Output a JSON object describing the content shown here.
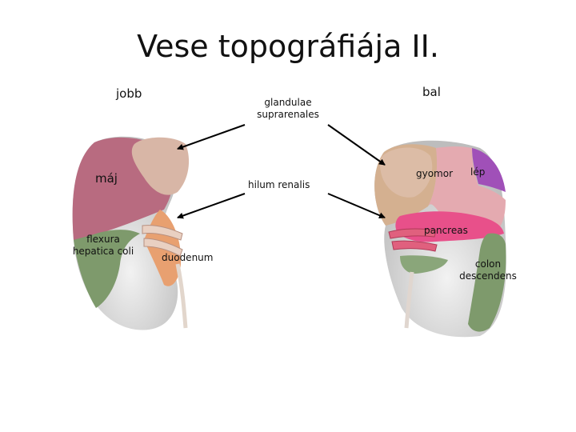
{
  "title": "Vese topográfiája II.",
  "labels": {
    "jobb": "jobb",
    "bal": "bal",
    "glandulae_line1": "glandulae",
    "glandulae_line2": "suprarenales",
    "maj": "máj",
    "hilum": "hilum renalis",
    "gyomor": "gyomor",
    "lep": "lép",
    "pancreas": "pancreas",
    "flexura_line1": "flexura",
    "flexura_line2": "hepatica coli",
    "duodenum": "duodenum",
    "colon_line1": "colon",
    "colon_line2": "descendens"
  },
  "colors": {
    "liver": "#b86b80",
    "adrenal": "#d6b3a0",
    "duodenum": "#e8a070",
    "colon_flexure": "#7e9a6c",
    "kidney": "#d8d8d8",
    "stomach": "#d4b090",
    "spleen": "#a050b8",
    "pancreas": "#e8508a",
    "arrow": "#000000"
  }
}
